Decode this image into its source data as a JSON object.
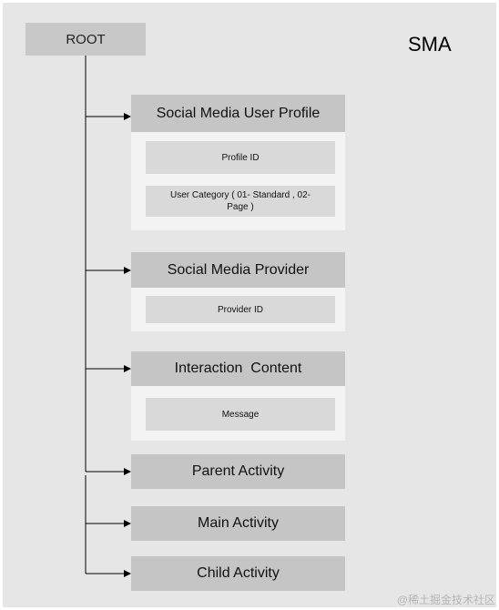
{
  "diagram": {
    "root_label": "ROOT",
    "title": "SMA",
    "groups": [
      {
        "header": "Social Media User Profile",
        "fields": [
          "Profile ID",
          "User Category ( 01- Standard , 02- Page )"
        ]
      },
      {
        "header": "Social Media Provider",
        "fields": [
          "Provider ID"
        ]
      },
      {
        "header": "Interaction  Content",
        "fields": [
          "Message"
        ]
      },
      {
        "header": "Parent Activity",
        "fields": []
      },
      {
        "header": "Main Activity",
        "fields": []
      },
      {
        "header": "Child Activity",
        "fields": []
      }
    ]
  },
  "watermark": "@稀土掘金技术社区",
  "colors": {
    "background": "#e6e6e6",
    "header_fill": "#c5c5c5",
    "panel_fill": "#f3f3f3",
    "field_fill": "#d9d9d9",
    "connector": "#000000"
  }
}
